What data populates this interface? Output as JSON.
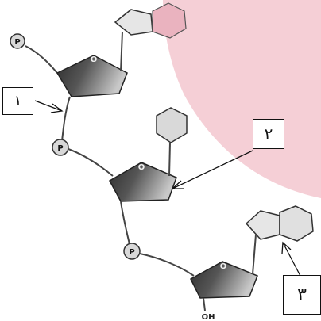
{
  "diagram": {
    "labels": {
      "one": "١",
      "two": "٢",
      "three": "٣"
    },
    "phosphate_symbol": "P",
    "ring_oxygen_symbol": "O",
    "terminal_group": "OH",
    "colors": {
      "background_tint": "#f5cfd6",
      "sugar_dark": "#3a3a3a",
      "sugar_light": "#bdbdbd",
      "base_fill": "#cfcfcf",
      "line": "#333333"
    }
  }
}
